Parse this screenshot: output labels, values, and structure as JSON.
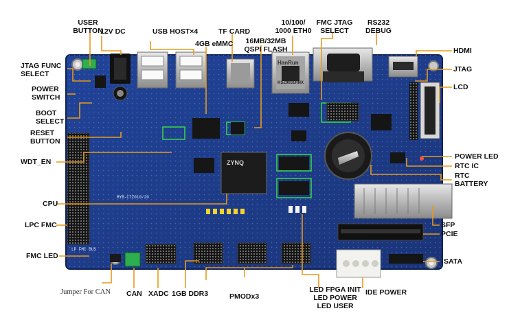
{
  "labels": {
    "user_button": "USER\nBUTTON",
    "dc_12v": "12V DC",
    "usb_host": "USB HOST×4",
    "tf_card": "TF CARD",
    "emmc": "4GB eMMC",
    "eth": "10/100/\n1000  ETH0",
    "fmc_jtag": "FMC JTAG\nSELECT",
    "rs232": "RS232\nDEBUG",
    "qspi": "16MB/32MB\nQSPI FLASH",
    "hdmi": "HDMI",
    "jtag_func": "JTAG FUNC\nSELECT",
    "jtag": "JTAG",
    "power_switch": "POWER\nSWITCH",
    "lcd": "LCD",
    "boot_select": "BOOT\nSELECT",
    "reset_button": "RESET\nBUTTON",
    "wdt_en": "WDT_EN",
    "power_led": "POWER LED",
    "rtc_ic": "RTC IC",
    "rtc_battery": "RTC\nBATTERY",
    "cpu": "CPU",
    "lpc_fmc": "LPC FMC",
    "sfp": "SFP",
    "pcie": "PCIE",
    "fmc_led": "FMC LED",
    "sata": "SATA",
    "jumper_can": "Jumper For CAN",
    "can": "CAN",
    "xadc": "XADC",
    "ddr3": "1GB DDR3",
    "pmod": "PMODx3",
    "led_block": "LED FPGA INIT\nLED POWER\nLED USER",
    "ide_power": "IDE POWER"
  },
  "board_text": {
    "chip_zynq": "ZYNQ",
    "chip_eth": "KSZ9031RNX",
    "board_id": "MYB-C7Z010/20",
    "silk_ver": "LP FMC BUS"
  },
  "colors": {
    "pcb": "#1f3f8c",
    "label_line": "#e89a1a",
    "background": "#ffffff"
  }
}
